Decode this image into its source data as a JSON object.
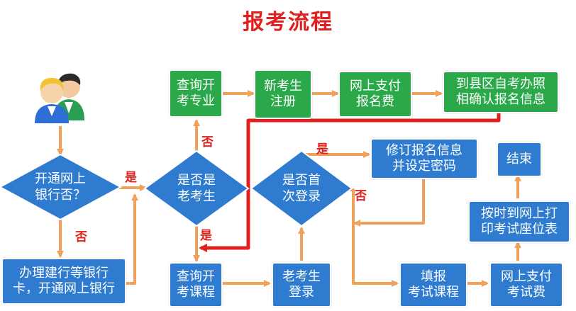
{
  "title": "报考流程",
  "nodes": {
    "open_bank": "开通网上\n银行否？",
    "old_new": "是否是\n老考生",
    "first_login": "是否首\n次登录",
    "query_major": "查询开\n考专业",
    "new_register": "新考生\n注册",
    "pay_reg_fee": "网上支付\n报名费",
    "county_confirm": "到县区自考办照\n相确认报名信息",
    "revise_info": "修订报名信息\n并设定密码",
    "bank_card": "办理建行等银行\n卡，开通网上银行",
    "query_course": "查询开\n考课程",
    "old_login": "老考生\n登录",
    "fill_course": "填报\n考试课程",
    "pay_exam_fee": "网上支付\n考试费",
    "print_ticket": "按时到网上打\n印考试座位表",
    "end": "结束"
  },
  "edge_labels": {
    "yes_bank": "是",
    "no_bank": "否",
    "no_old": "否",
    "yes_old": "是",
    "yes_first": "是",
    "no_first": "否"
  },
  "colors": {
    "title": "#e0201e",
    "green": "#2aa84a",
    "blue": "#2e7bd0",
    "arrow": "#f0a15a",
    "highlight": "#e0201e"
  },
  "icons": [
    "users-icon"
  ]
}
